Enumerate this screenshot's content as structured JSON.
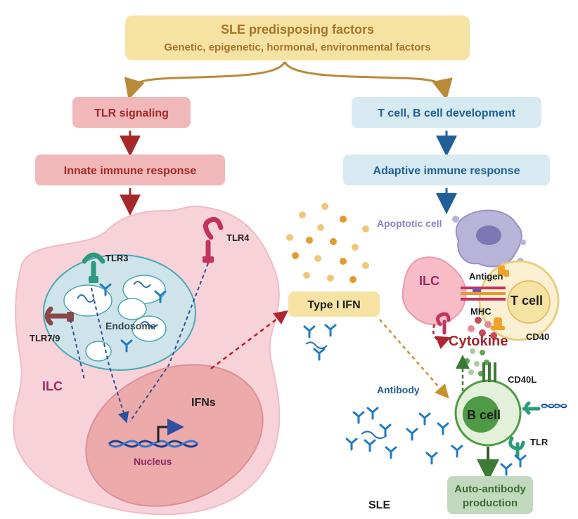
{
  "header": {
    "title": "SLE predisposing factors",
    "subtitle": "Genetic, epigenetic, hormonal, environmental factors"
  },
  "left": {
    "tlr_signaling": "TLR signaling",
    "innate_response": "Innate immune response",
    "cell_label": "ILC",
    "tlr3": "TLR3",
    "tlr4": "TLR4",
    "tlr79": "TLR7/9",
    "endosome": "Endosome",
    "nucleus": "Nucleus",
    "ifns": "IFNs"
  },
  "middle": {
    "type1_ifn": "Type I IFN",
    "antibody": "Antibody"
  },
  "right": {
    "tb_development": "T cell, B cell development",
    "adaptive_response": "Adaptive immune response",
    "apoptotic_cell": "Apoptotic cell",
    "ilc": "ILC",
    "antigen": "Antigen",
    "mhc": "MHC",
    "t_cell": "T cell",
    "cd40": "CD40",
    "cytokine": "Cytokine",
    "cd40l": "CD40L",
    "b_cell": "B cell",
    "tlr": "TLR",
    "auto_antibody_1": "Auto-antibody",
    "auto_antibody_2": "production"
  },
  "footer": {
    "sle": "SLE"
  },
  "colors": {
    "header_box": "#f6e3a4",
    "header_text": "#a8742a",
    "left_box": "#f0b8b8",
    "left_text": "#a5282a",
    "right_box": "#d7eaf1",
    "right_text": "#1f5f99",
    "ilc_text": "#9a2a6a",
    "cell_fill": "#f7d2d8",
    "auto_box": "#c2d9bf",
    "auto_text": "#3d6b34"
  }
}
